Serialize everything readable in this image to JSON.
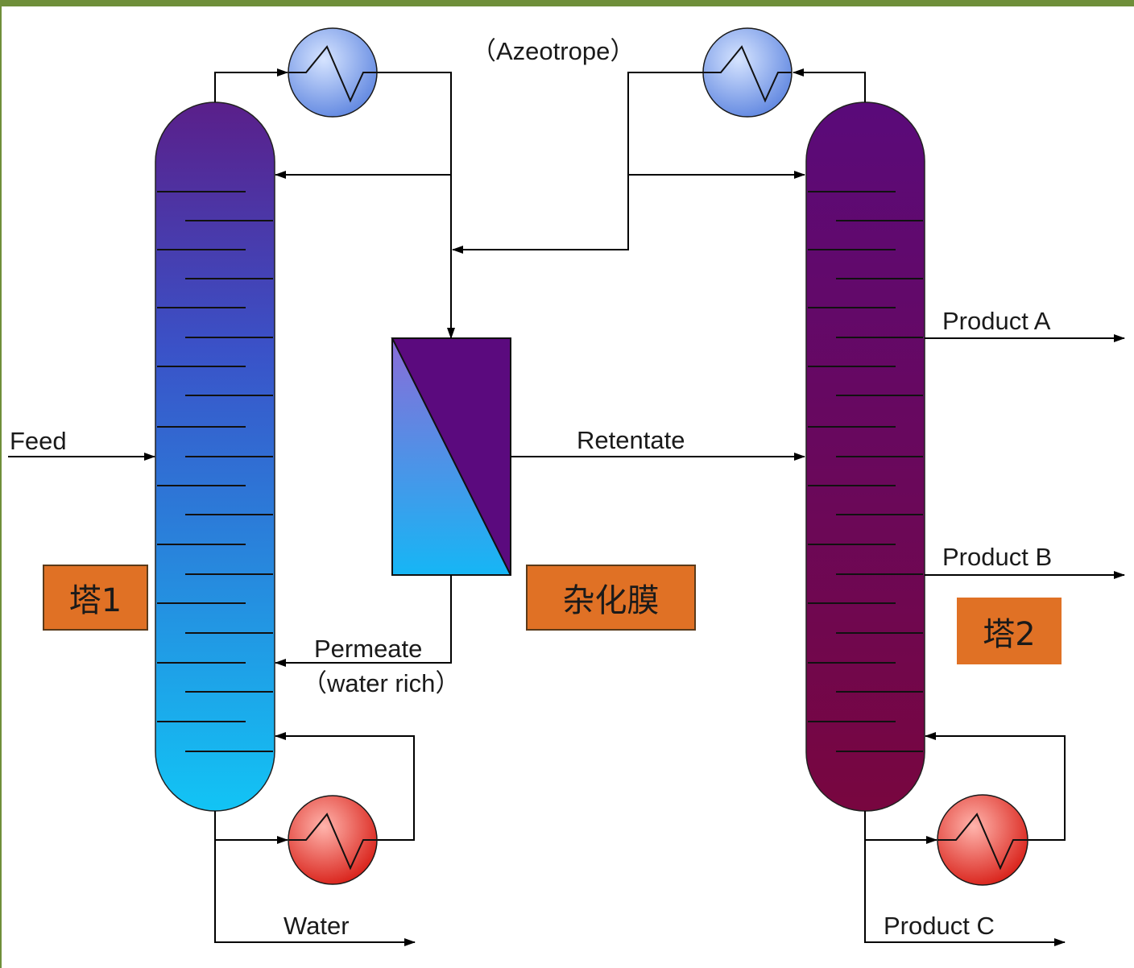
{
  "labels": {
    "azeotrope": "（Azeotrope）",
    "feed": "Feed",
    "retentate": "Retentate",
    "permeate": "Permeate",
    "water_rich": "（water rich）",
    "water": "Water",
    "product_a": "Product A",
    "product_b": "Product B",
    "product_c": "Product C"
  },
  "tags": {
    "tower1": "塔1",
    "membrane": "杂化膜",
    "tower2": "塔2"
  },
  "colors": {
    "frame_border": "#6f8f3a",
    "tag_fill": "#e07125",
    "tower1_top": "#5a1f8a",
    "tower1_bottom": "#12c4f5",
    "tower2_top": "#5a0a7a",
    "tower2_bottom": "#78063f",
    "condenser": "#8fb0ef",
    "reboiler": "#e8362f"
  }
}
